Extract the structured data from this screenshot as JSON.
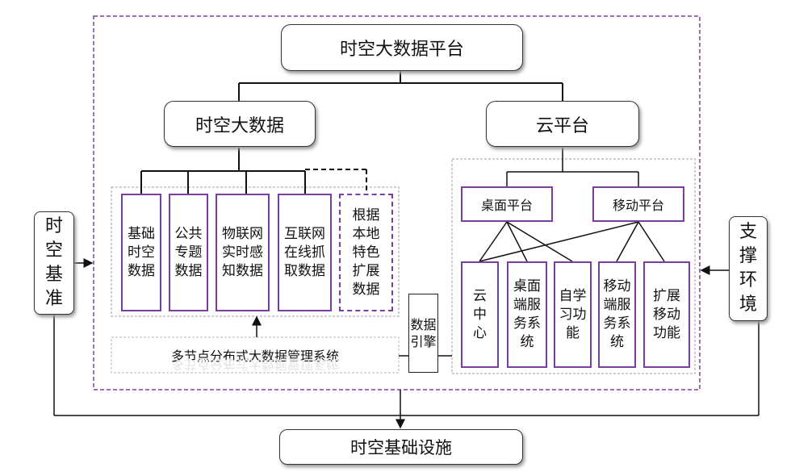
{
  "top_title": "时空大数据平台",
  "spacetime_bigdata": "时空大数据",
  "cloud_platform": "云平台",
  "data_boxes": [
    "基础\n时空\n数据",
    "公共\n专题\n数据",
    "物联网\n实时感\n知数据",
    "互联网\n在线抓\n取数据",
    "根据\n本地\n特色\n扩展\n数据"
  ],
  "mgmt_system": "多节点分布式大数据管理系统",
  "mgmt_system_shadow": "多节点分布式大数据管理系统",
  "data_engine": "数据\n引擎",
  "desktop_platform": "桌面平台",
  "mobile_platform": "移动平台",
  "cloud_boxes": [
    "云\n中\n心",
    "桌面\n端服\n务系\n统",
    "自学\n习功\n能",
    "移动\n端服\n务系\n统",
    "扩展\n移动\n功能"
  ],
  "left_side": "时\n空\n基\n准",
  "right_side": "支\n撑\n环\n境",
  "bottom_title": "时空基础设施",
  "colors": {
    "purple": "#7a3ea0",
    "line": "#111111",
    "gray_dash": "#bdbdbd"
  }
}
